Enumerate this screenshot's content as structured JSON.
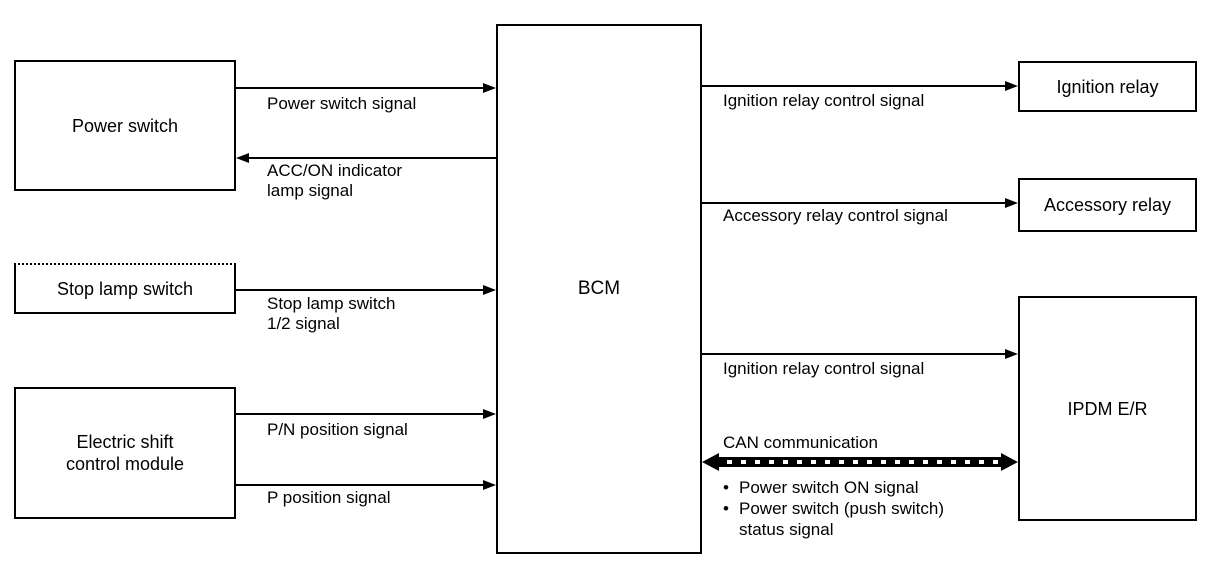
{
  "nodes": {
    "power_switch": "Power switch",
    "stop_lamp_switch": "Stop lamp switch",
    "electric_shift_module": "Electric shift\ncontrol module",
    "bcm": "BCM",
    "ignition_relay": "Ignition relay",
    "accessory_relay": "Accessory relay",
    "ipdm_er": "IPDM E/R"
  },
  "connections": [
    {
      "from": "Power switch",
      "to": "BCM",
      "direction": "right",
      "label": "Power switch signal"
    },
    {
      "from": "BCM",
      "to": "Power switch",
      "direction": "left",
      "label": "ACC/ON indicator\nlamp signal"
    },
    {
      "from": "Stop lamp switch",
      "to": "BCM",
      "direction": "right",
      "label": "Stop lamp switch\n1/2 signal"
    },
    {
      "from": "Electric shift control module",
      "to": "BCM",
      "direction": "right",
      "label": "P/N position signal"
    },
    {
      "from": "Electric shift control module",
      "to": "BCM",
      "direction": "right",
      "label": "P position signal"
    },
    {
      "from": "BCM",
      "to": "Ignition relay",
      "direction": "right",
      "label": "Ignition relay control signal"
    },
    {
      "from": "BCM",
      "to": "Accessory relay",
      "direction": "right",
      "label": "Accessory relay control signal"
    },
    {
      "from": "BCM",
      "to": "IPDM E/R",
      "direction": "right",
      "label": "Ignition relay control signal"
    }
  ],
  "can_communication": {
    "from": "BCM",
    "to": "IPDM E/R",
    "direction": "bidirectional",
    "label": "CAN communication",
    "bullet_char": "•",
    "bullets": [
      "Power switch ON signal",
      "Power switch (push switch)\nstatus signal"
    ]
  },
  "colors": {
    "ink": "#000000",
    "background": "#ffffff"
  }
}
